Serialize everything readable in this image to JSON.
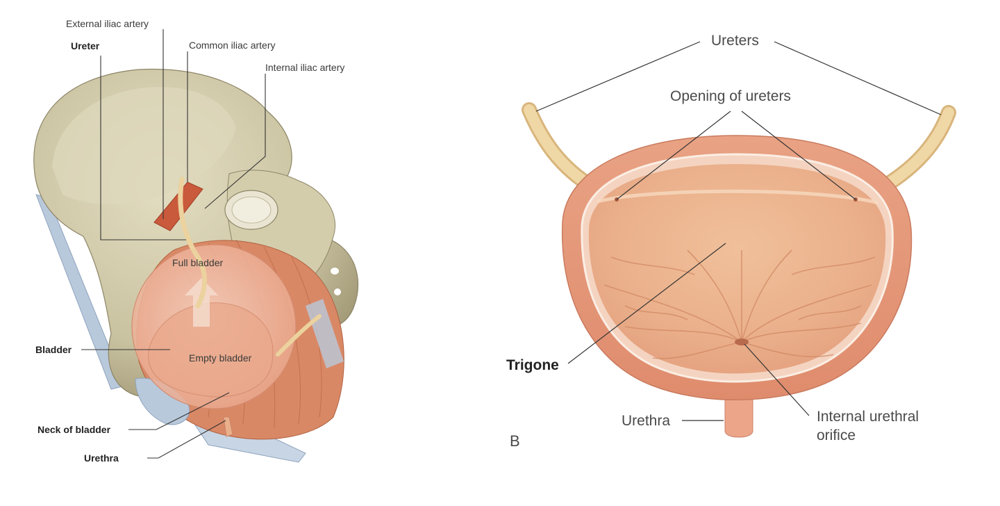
{
  "figure_a": {
    "labels": {
      "external_iliac_artery": "External iliac artery",
      "ureter": "Ureter",
      "common_iliac_artery": "Common iliac artery",
      "internal_iliac_artery": "Internal iliac artery",
      "full_bladder": "Full bladder",
      "bladder": "Bladder",
      "empty_bladder": "Empty bladder",
      "neck_of_bladder": "Neck of bladder",
      "urethra": "Urethra"
    }
  },
  "figure_b": {
    "panel_letter": "B",
    "labels": {
      "ureters": "Ureters",
      "opening_of_ureters": "Opening of ureters",
      "trigone": "Trigone",
      "urethra": "Urethra",
      "internal_urethral_orifice_line1": "Internal urethral",
      "internal_urethral_orifice_line2": "orifice"
    }
  },
  "colors": {
    "bone": "#cfc8a8",
    "muscle": "#d98866",
    "bladder_wall": "#e59a7a",
    "bladder_lumen": "#f3c6a2",
    "ureter": "#ecd29e",
    "artery": "#c95a3c",
    "ligament": "#b9c9dc"
  }
}
